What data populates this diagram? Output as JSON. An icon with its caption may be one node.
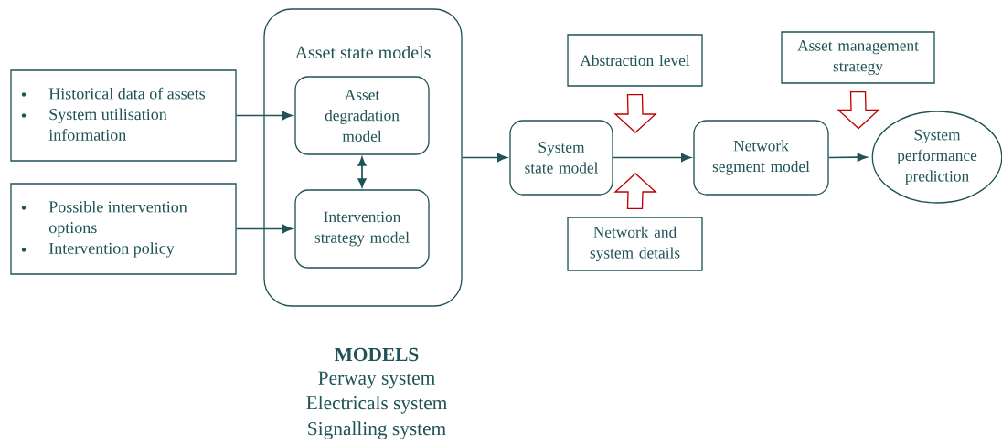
{
  "diagram": {
    "nodes": [
      {
        "text": [
          "Historical data of assets",
          "System utilisation information"
        ]
      },
      {
        "text": [
          "Possible intervention options",
          "Intervention policy"
        ]
      },
      {
        "text": [
          "Asset state models"
        ]
      },
      {
        "text": [
          "Asset degradation model"
        ],
        "in": 2
      },
      {
        "text": [
          "Intervention strategy model"
        ],
        "in": 2
      },
      {
        "text": [
          "System state model"
        ]
      },
      {
        "text": [
          "Abstraction level"
        ]
      },
      {
        "text": [
          "Network and system details"
        ]
      },
      {
        "text": [
          "Network segment model"
        ]
      },
      {
        "text": [
          "Asset management strategy"
        ]
      },
      {
        "text": [
          "System performance prediction"
        ]
      }
    ],
    "edges": [
      {
        "from": 0,
        "to": 3,
        "arrow": "to"
      },
      {
        "from": 1,
        "to": 4,
        "arrow": "to"
      },
      {
        "from": 3,
        "to": 4,
        "arrow": "both"
      },
      {
        "from": 2,
        "to": 5,
        "arrow": "to"
      },
      {
        "from": 5,
        "to": 8,
        "arrow": "to"
      },
      {
        "from": 8,
        "to": 10,
        "arrow": "to"
      },
      {
        "from": 6,
        "to": null,
        "arrow": "to",
        "color": "#c00000"
      },
      {
        "from": 7,
        "to": null,
        "arrow": "to",
        "color": "#c00000"
      },
      {
        "from": 9,
        "to": 10,
        "arrow": "to",
        "color": "#c00000"
      }
    ],
    "labels": [
      "MODELS",
      "Perway system",
      "Electricals system",
      "Signalling system"
    ]
  }
}
